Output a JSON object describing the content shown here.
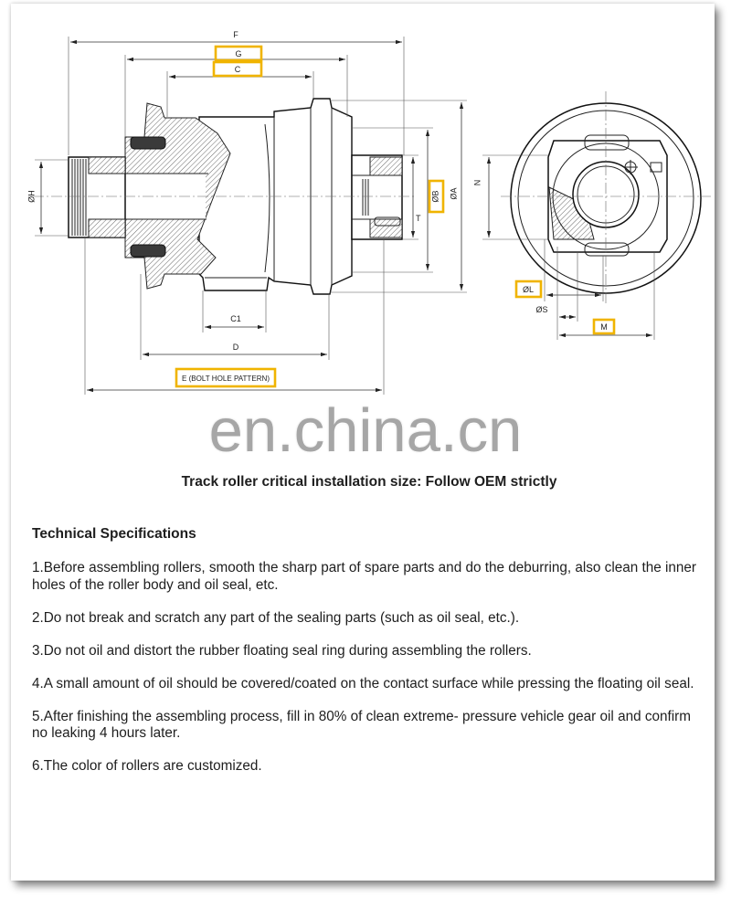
{
  "watermark": "en.china.cn",
  "diagram": {
    "highlight_color": "#f0b400",
    "line_color": "#222222",
    "labels": {
      "f": "F",
      "g": "G",
      "c": "C",
      "h": "ØH",
      "b": "ØB",
      "t": "T",
      "a": "ØA",
      "n": "N",
      "c1": "C1",
      "d": "D",
      "e": "E (BOLT HOLE PATTERN)",
      "l": "ØL",
      "s": "ØS",
      "m": "M"
    }
  },
  "caption": "Track roller critical installation size: Follow OEM strictly",
  "specs": {
    "heading": "Technical Specifications",
    "items": [
      "1.Before assembling rollers, smooth the sharp part of spare parts and do the deburring, also clean the inner holes of the roller body and oil seal, etc.",
      "2.Do not break and scratch any part of the sealing parts (such as oil seal, etc.).",
      "3.Do not oil and distort the rubber floating seal ring during assembling the rollers.",
      "4.A small amount of oil should be covered/coated on the contact surface while pressing the floating oil seal.",
      "5.After finishing the assembling process, fill in 80% of clean extreme- pressure vehicle gear oil and confirm no leaking 4 hours later.",
      "6.The color of rollers are customized."
    ]
  }
}
